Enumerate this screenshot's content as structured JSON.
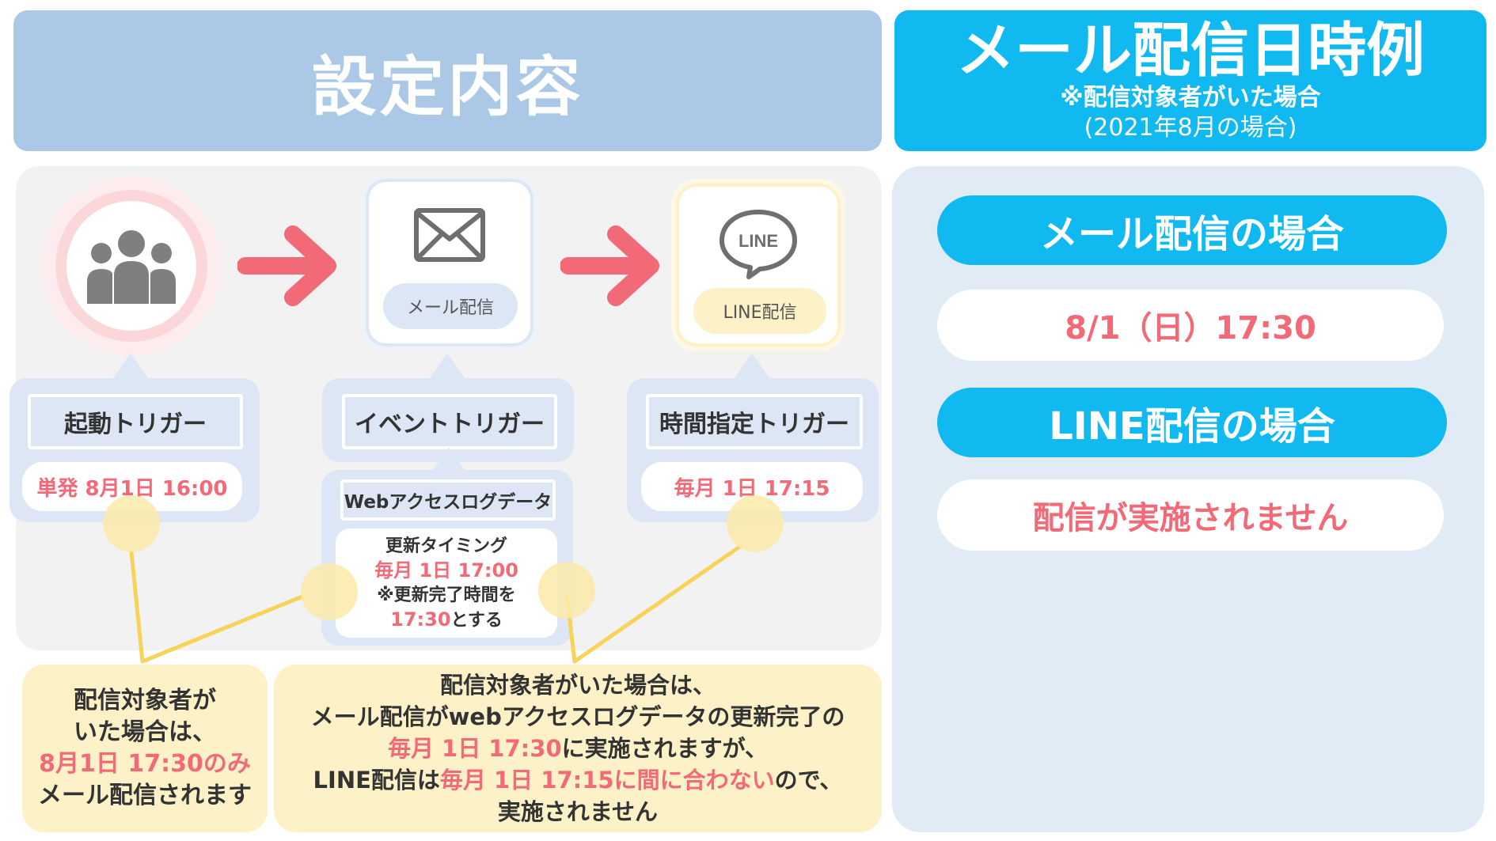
{
  "left_header": {
    "title": "設定内容"
  },
  "right_header": {
    "title": "メール配信日時例",
    "note": "※配信対象者がいた場合",
    "subnote": "(2021年8月の場合)"
  },
  "flow": {
    "mail_icon_label": "メール配信",
    "line_icon_label": "LINE配信",
    "line_logo_text": "LINE",
    "triggers": [
      {
        "label": "起動トリガー",
        "value": "単発 8月1日 16:00"
      },
      {
        "label": "イベントトリガー"
      },
      {
        "label": "時間指定トリガー",
        "value": "毎月 1日 17:15"
      }
    ],
    "web_log": {
      "label": "Webアクセスログデータ",
      "line1": "更新タイミング",
      "line2": "毎月 1日 17:00",
      "line3": "※更新完了時間を",
      "line4_red": "17:30",
      "line4_black": "とする"
    }
  },
  "notes": {
    "left": {
      "l1": "配信対象者が",
      "l2": "いた場合は、",
      "l3": "8月1日 17:30のみ",
      "l4": "メール配信されます"
    },
    "center": {
      "l1": "配信対象者がいた場合は、",
      "l2": "メール配信がwebアクセスログデータの更新完了の",
      "l3_red": "毎月 1日 17:30",
      "l3_black": "に実施されますが、",
      "l4_a": "LINE配信は",
      "l4_b_red": "毎月 1日 17:15に間に合わない",
      "l4_c": "ので、",
      "l5": "実施されません"
    }
  },
  "examples": {
    "mail_title": "メール配信の場合",
    "mail_value": "8/1（日）17:30",
    "line_title": "LINE配信の場合",
    "line_value": "配信が実施されません"
  },
  "colors": {
    "header_left": "#abc9e7",
    "header_right": "#10b9f0",
    "accent_red": "#f26a78",
    "arrow": "#f26a78",
    "note_yellow": "#fdf1c8",
    "connector": "#f7d35a"
  }
}
